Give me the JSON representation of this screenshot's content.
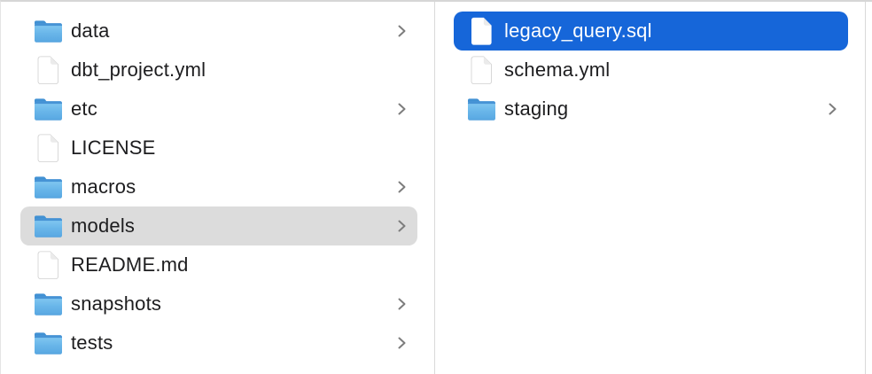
{
  "view": "finder-column-view",
  "colors": {
    "selection_blue": "#1666d9",
    "selection_gray": "#dcdcdc",
    "divider": "#d9d9d9",
    "text": "#1d1d1f",
    "selected_text": "#ffffff",
    "chevron": "#7d7d7d",
    "folder_blue": "#6cb8ea",
    "background": "#ffffff"
  },
  "columns": [
    {
      "id": "parent-directory",
      "items": [
        {
          "name": "data",
          "type": "folder",
          "chevron": true
        },
        {
          "name": "dbt_project.yml",
          "type": "file",
          "chevron": false
        },
        {
          "name": "etc",
          "type": "folder",
          "chevron": true
        },
        {
          "name": "LICENSE",
          "type": "file",
          "chevron": false
        },
        {
          "name": "macros",
          "type": "folder",
          "chevron": true
        },
        {
          "name": "models",
          "type": "folder",
          "chevron": true,
          "selected": "gray"
        },
        {
          "name": "README.md",
          "type": "file",
          "chevron": false
        },
        {
          "name": "snapshots",
          "type": "folder",
          "chevron": true
        },
        {
          "name": "tests",
          "type": "folder",
          "chevron": true
        }
      ]
    },
    {
      "id": "models-contents",
      "items": [
        {
          "name": "legacy_query.sql",
          "type": "file",
          "chevron": false,
          "selected": "blue"
        },
        {
          "name": "schema.yml",
          "type": "file",
          "chevron": false
        },
        {
          "name": "staging",
          "type": "folder",
          "chevron": true
        }
      ]
    }
  ]
}
